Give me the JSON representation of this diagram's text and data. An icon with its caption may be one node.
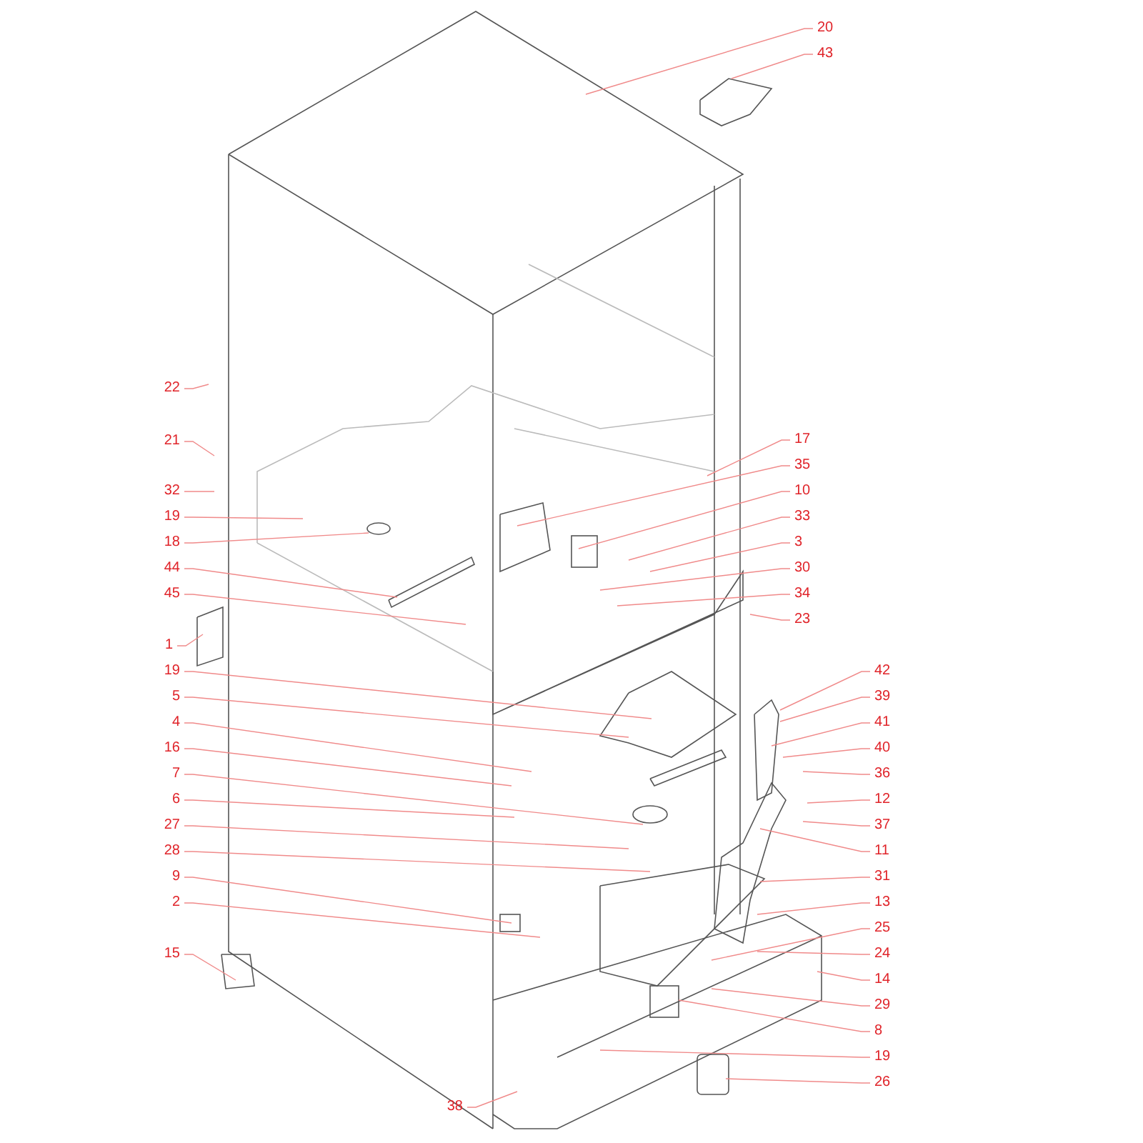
{
  "diagram": {
    "nodes": [
      {
        "text": [
          "20"
        ]
      },
      {
        "text": [
          "43"
        ]
      },
      {
        "text": [
          "22"
        ]
      },
      {
        "text": [
          "21"
        ]
      },
      {
        "text": [
          "17"
        ]
      },
      {
        "text": [
          "35"
        ]
      },
      {
        "text": [
          "32"
        ]
      },
      {
        "text": [
          "10"
        ]
      },
      {
        "text": [
          "19"
        ]
      },
      {
        "text": [
          "33"
        ]
      },
      {
        "text": [
          "18"
        ]
      },
      {
        "text": [
          "3"
        ]
      },
      {
        "text": [
          "44"
        ]
      },
      {
        "text": [
          "30"
        ]
      },
      {
        "text": [
          "45"
        ]
      },
      {
        "text": [
          "34"
        ]
      },
      {
        "text": [
          "23"
        ]
      },
      {
        "text": [
          "1"
        ]
      },
      {
        "text": [
          "19"
        ]
      },
      {
        "text": [
          "42"
        ]
      },
      {
        "text": [
          "5"
        ]
      },
      {
        "text": [
          "39"
        ]
      },
      {
        "text": [
          "4"
        ]
      },
      {
        "text": [
          "41"
        ]
      },
      {
        "text": [
          "40"
        ]
      },
      {
        "text": [
          "16"
        ]
      },
      {
        "text": [
          "36"
        ]
      },
      {
        "text": [
          "7"
        ]
      },
      {
        "text": [
          "6"
        ]
      },
      {
        "text": [
          "12"
        ]
      },
      {
        "text": [
          "27"
        ]
      },
      {
        "text": [
          "37"
        ]
      },
      {
        "text": [
          "28"
        ]
      },
      {
        "text": [
          "11"
        ]
      },
      {
        "text": [
          "9"
        ]
      },
      {
        "text": [
          "31"
        ]
      },
      {
        "text": [
          "2"
        ]
      },
      {
        "text": [
          "13"
        ]
      },
      {
        "text": [
          "25"
        ]
      },
      {
        "text": [
          "15"
        ]
      },
      {
        "text": [
          "24"
        ]
      },
      {
        "text": [
          "14"
        ]
      },
      {
        "text": [
          "29"
        ]
      },
      {
        "text": [
          "8"
        ]
      },
      {
        "text": [
          "19"
        ]
      },
      {
        "text": [
          "26"
        ]
      },
      {
        "text": [
          "38"
        ]
      }
    ],
    "edges": [
      {
        "from": 0,
        "to": null,
        "arrow": "none"
      },
      {
        "from": 1,
        "to": null,
        "arrow": "none"
      },
      {
        "from": 2,
        "to": null,
        "arrow": "none"
      },
      {
        "from": 3,
        "to": null,
        "arrow": "none"
      },
      {
        "from": 4,
        "to": null,
        "arrow": "none"
      },
      {
        "from": 5,
        "to": null,
        "arrow": "none"
      },
      {
        "from": 6,
        "to": null,
        "arrow": "none"
      },
      {
        "from": 7,
        "to": null,
        "arrow": "none"
      },
      {
        "from": 8,
        "to": null,
        "arrow": "none"
      },
      {
        "from": 9,
        "to": null,
        "arrow": "none"
      },
      {
        "from": 10,
        "to": null,
        "arrow": "none"
      },
      {
        "from": 11,
        "to": null,
        "arrow": "none"
      },
      {
        "from": 12,
        "to": null,
        "arrow": "none"
      },
      {
        "from": 13,
        "to": null,
        "arrow": "none"
      },
      {
        "from": 14,
        "to": null,
        "arrow": "none"
      },
      {
        "from": 15,
        "to": null,
        "arrow": "none"
      },
      {
        "from": 16,
        "to": null,
        "arrow": "none"
      },
      {
        "from": 17,
        "to": null,
        "arrow": "none"
      },
      {
        "from": 18,
        "to": null,
        "arrow": "none"
      },
      {
        "from": 19,
        "to": null,
        "arrow": "none"
      },
      {
        "from": 20,
        "to": null,
        "arrow": "none"
      },
      {
        "from": 21,
        "to": null,
        "arrow": "none"
      },
      {
        "from": 22,
        "to": null,
        "arrow": "none"
      },
      {
        "from": 23,
        "to": null,
        "arrow": "none"
      },
      {
        "from": 24,
        "to": null,
        "arrow": "none"
      },
      {
        "from": 25,
        "to": null,
        "arrow": "none"
      },
      {
        "from": 26,
        "to": null,
        "arrow": "none"
      },
      {
        "from": 27,
        "to": null,
        "arrow": "none"
      },
      {
        "from": 28,
        "to": null,
        "arrow": "none"
      },
      {
        "from": 29,
        "to": null,
        "arrow": "none"
      },
      {
        "from": 30,
        "to": null,
        "arrow": "none"
      },
      {
        "from": 31,
        "to": null,
        "arrow": "none"
      },
      {
        "from": 32,
        "to": null,
        "arrow": "none"
      },
      {
        "from": 33,
        "to": null,
        "arrow": "none"
      },
      {
        "from": 34,
        "to": null,
        "arrow": "none"
      },
      {
        "from": 35,
        "to": null,
        "arrow": "none"
      },
      {
        "from": 36,
        "to": null,
        "arrow": "none"
      },
      {
        "from": 37,
        "to": null,
        "arrow": "none"
      },
      {
        "from": 38,
        "to": null,
        "arrow": "none"
      },
      {
        "from": 39,
        "to": null,
        "arrow": "none"
      },
      {
        "from": 40,
        "to": null,
        "arrow": "none"
      },
      {
        "from": 41,
        "to": null,
        "arrow": "none"
      },
      {
        "from": 42,
        "to": null,
        "arrow": "none"
      },
      {
        "from": 43,
        "to": null,
        "arrow": "none"
      },
      {
        "from": 44,
        "to": null,
        "arrow": "none"
      },
      {
        "from": 45,
        "to": null,
        "arrow": "none"
      },
      {
        "from": 46,
        "to": null,
        "arrow": "none"
      }
    ]
  }
}
